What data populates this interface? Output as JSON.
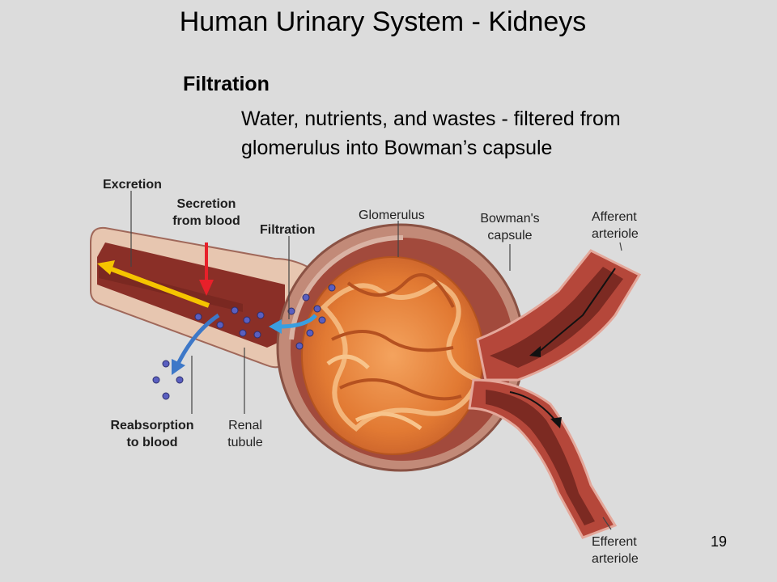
{
  "slide": {
    "title": "Human Urinary System - Kidneys",
    "subtitle": "Filtration",
    "bullet_line1": "Water, nutrients, and wastes - filtered from",
    "bullet_line2": "glomerulus into Bowman’s capsule",
    "page_number": "19"
  },
  "diagram": {
    "labels": {
      "excretion": "Excretion",
      "secretion_line1": "Secretion",
      "secretion_line2": "from blood",
      "filtration": "Filtration",
      "glomerulus": "Glomerulus",
      "bowmans_line1": "Bowman's",
      "bowmans_line2": "capsule",
      "afferent_line1": "Afferent",
      "afferent_line2": "arteriole",
      "efferent_line1": "Efferent",
      "efferent_line2": "arteriole",
      "reabsorption_line1": "Reabsorption",
      "reabsorption_line2": "to blood",
      "renal_line1": "Renal",
      "renal_line2": "tubule"
    },
    "colors": {
      "excretion_arrow": "#f5c400",
      "secretion_arrow": "#e8202a",
      "filtration_arrow": "#3a9ee0",
      "reabsorption_arrow": "#3d78c8",
      "tubule": "#9b3a30",
      "glomerulus": "#e9863a",
      "capsule": "#a04a3c",
      "arteriole": "#b03e2e"
    }
  }
}
